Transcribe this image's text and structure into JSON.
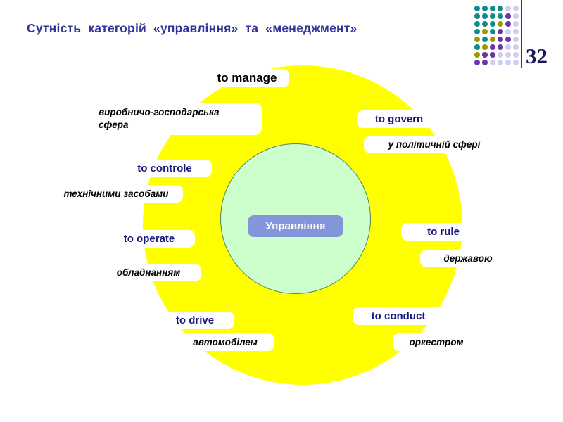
{
  "title": "Сутність категорій «управління» та «менеджмент»",
  "page_number": "32",
  "diagram": {
    "center": "Управління",
    "labels": {
      "manage": {
        "verb": "to manage",
        "desc": "виробничо-господарська\nсфера"
      },
      "govern": {
        "verb": "to govern",
        "desc": "у політичній сфері"
      },
      "controle": {
        "verb": "to controle",
        "desc": "технічними засобами"
      },
      "operate": {
        "verb": "to operate",
        "desc": "обладнанням"
      },
      "rule": {
        "verb": "to rule",
        "desc": "державою"
      },
      "drive": {
        "verb": "to drive",
        "desc": "автомобілем"
      },
      "conduct": {
        "verb": "to conduct",
        "desc": "оркестром"
      }
    }
  },
  "colors": {
    "title_color": "#333399",
    "circle_fill": "#FFFF00",
    "inner_fill": "#CCFFCC",
    "center_box": "#8496DB",
    "verb_color": "#18187E"
  }
}
